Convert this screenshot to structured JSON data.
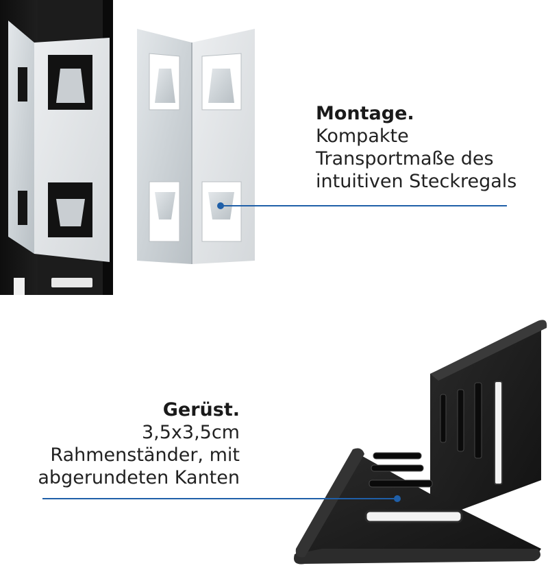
{
  "callouts": {
    "montage": {
      "heading": "Montage.",
      "lines": [
        "Kompakte",
        "Transportmaße des",
        "intuitiven Steckregals"
      ]
    },
    "geruest": {
      "heading": "Gerüst.",
      "lines": [
        "3,5x3,5cm",
        "Rahmenständer, mit",
        "abgerundeten Kanten"
      ]
    }
  },
  "colors": {
    "leader_line": "#1f5fa8",
    "frame": "#1b1b1b",
    "metal": "#cfd4d8"
  },
  "icons": {
    "product_top": "shelf-upright-with-connector",
    "product_loose": "galvanized-corner-connector",
    "product_bottom": "rounded-corner-frame-profile"
  }
}
